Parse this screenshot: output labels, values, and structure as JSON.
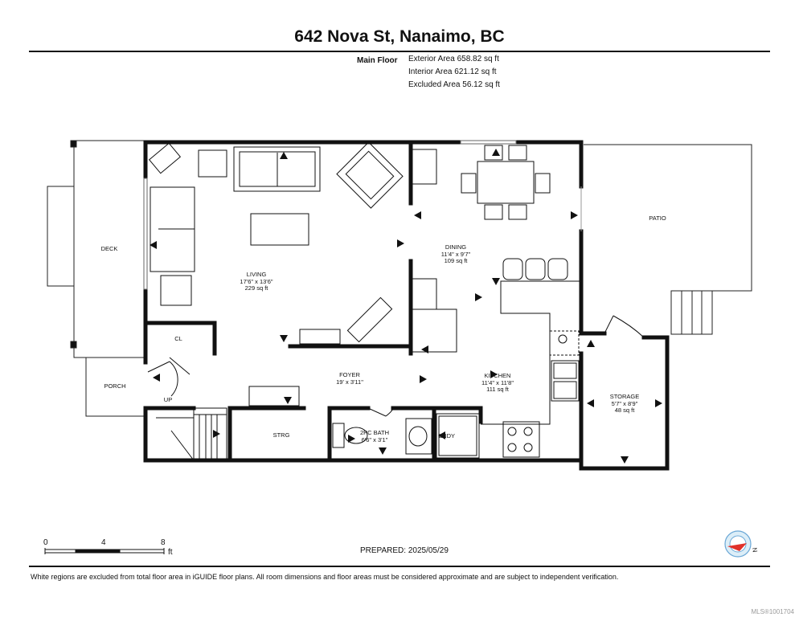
{
  "title": "642 Nova St, Nanaimo, BC",
  "areas": {
    "floor": "Main Floor",
    "exterior": "Exterior Area 658.82 sq ft",
    "interior": "Interior Area 621.12 sq ft",
    "excluded": "Excluded Area 56.12 sq ft"
  },
  "rooms": {
    "deck": {
      "name": "DECK"
    },
    "patio": {
      "name": "PATIO"
    },
    "living": {
      "name": "LIVING",
      "dims": "17'6\" x 13'6\"",
      "area": "229 sq ft"
    },
    "dining": {
      "name": "DINING",
      "dims": "11'4\" x 9'7\"",
      "area": "109 sq ft"
    },
    "cl": {
      "name": "CL"
    },
    "foyer": {
      "name": "FOYER",
      "dims": "19' x 3'11\""
    },
    "kitchen": {
      "name": "KITCHEN",
      "dims": "11'4\" x 11'8\"",
      "area": "111 sq ft"
    },
    "storage": {
      "name": "STORAGE",
      "dims": "5'7\" x 8'9\"",
      "area": "48 sq ft"
    },
    "porch": {
      "name": "PORCH"
    },
    "up": {
      "name": "UP"
    },
    "strg": {
      "name": "STRG"
    },
    "bath": {
      "name": "2PC BATH",
      "dims": "6'6\" x 3'1\""
    },
    "lndy": {
      "name": "LNDY"
    }
  },
  "scale": {
    "ticks": [
      "0",
      "4",
      "8"
    ],
    "unit": "ft"
  },
  "prepared": "PREPARED: 2025/05/29",
  "compass": {
    "label": "N"
  },
  "disclaimer": "White regions are excluded from total floor area in iGUIDE floor plans. All room dimensions and floor areas must be considered approximate and are subject to independent verification.",
  "mls": "MLS®1001704"
}
